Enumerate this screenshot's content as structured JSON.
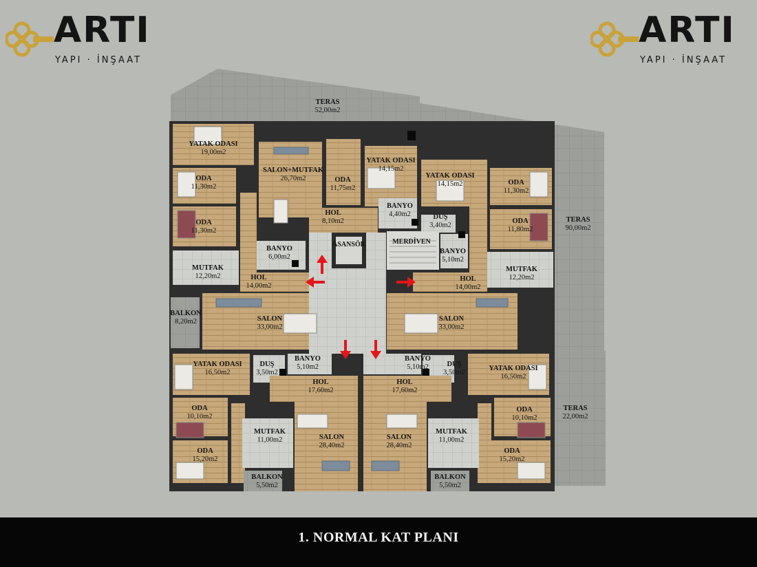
{
  "brand": {
    "name": "ARTI",
    "tagline": "YAPI · İNŞAAT",
    "accent": "#c9a23a"
  },
  "title": "1. NORMAL KAT PLANI",
  "core": {
    "elevator": "ASANSÖR",
    "stairs": "MERDİVEN"
  },
  "rooms": [
    {
      "name": "TERAS",
      "area": "52,00m2"
    },
    {
      "name": "YATAK ODASI",
      "area": "19,00m2"
    },
    {
      "name": "SALON+MUTFAK",
      "area": "26,70m2"
    },
    {
      "name": "ODA",
      "area": "11,75m2"
    },
    {
      "name": "YATAK ODASI",
      "area": "14,15m2"
    },
    {
      "name": "YATAK ODASI",
      "area": "14,15m2"
    },
    {
      "name": "ODA",
      "area": "11,30m2"
    },
    {
      "name": "ODA",
      "area": "11,30m2"
    },
    {
      "name": "ODA",
      "area": "11,30m2"
    },
    {
      "name": "ODA",
      "area": "11,80m2"
    },
    {
      "name": "HOL",
      "area": "8,10m2"
    },
    {
      "name": "BANYO",
      "area": "4,40m2"
    },
    {
      "name": "DUŞ",
      "area": "3,40m2"
    },
    {
      "name": "BANYO",
      "area": "6,00m2"
    },
    {
      "name": "BANYO",
      "area": "5,10m2"
    },
    {
      "name": "TERAS",
      "area": "90,00m2"
    },
    {
      "name": "MUTFAK",
      "area": "12,20m2"
    },
    {
      "name": "HOL",
      "area": "14,00m2"
    },
    {
      "name": "MUTFAK",
      "area": "12,20m2"
    },
    {
      "name": "HOL",
      "area": "14,00m2"
    },
    {
      "name": "BALKON",
      "area": "8,20m2"
    },
    {
      "name": "SALON",
      "area": "33,00m2"
    },
    {
      "name": "SALON",
      "area": "33,00m2"
    },
    {
      "name": "YATAK ODASI",
      "area": "16,50m2"
    },
    {
      "name": "DUŞ",
      "area": "3,50m2"
    },
    {
      "name": "BANYO",
      "area": "5,10m2"
    },
    {
      "name": "HOL",
      "area": "17,60m2"
    },
    {
      "name": "BANYO",
      "area": "5,10m2"
    },
    {
      "name": "DUŞ",
      "area": "3,50m2"
    },
    {
      "name": "HOL",
      "area": "17,60m2"
    },
    {
      "name": "YATAK ODASI",
      "area": "16,50m2"
    },
    {
      "name": "TERAS",
      "area": "22,00m2"
    },
    {
      "name": "ODA",
      "area": "10,10m2"
    },
    {
      "name": "ODA",
      "area": "10,10m2"
    },
    {
      "name": "MUTFAK",
      "area": "11,00m2"
    },
    {
      "name": "MUTFAK",
      "area": "11,00m2"
    },
    {
      "name": "SALON",
      "area": "28,40m2"
    },
    {
      "name": "SALON",
      "area": "28,40m2"
    },
    {
      "name": "ODA",
      "area": "15,20m2"
    },
    {
      "name": "ODA",
      "area": "15,20m2"
    },
    {
      "name": "BALKON",
      "area": "5,50m2"
    },
    {
      "name": "BALKON",
      "area": "5,50m2"
    }
  ]
}
